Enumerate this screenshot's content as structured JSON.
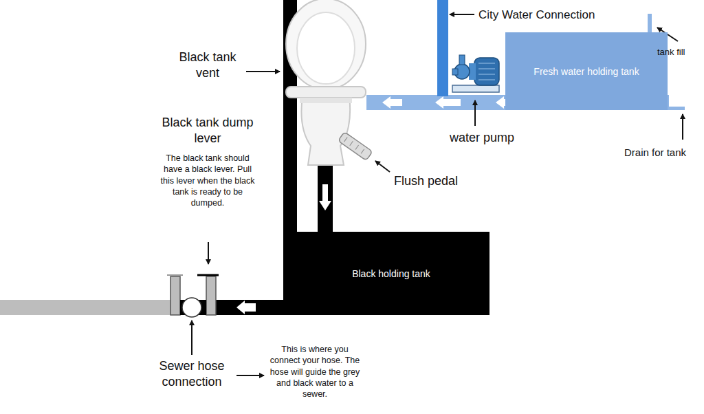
{
  "diagram": {
    "nodes": [
      {
        "text": [
          "Fresh water holding tank"
        ]
      },
      {
        "text": [
          "Black holding tank"
        ]
      }
    ],
    "labels": [
      "City Water Connection",
      "tank fill",
      "Black tank vent",
      "Black tank dump lever",
      "The black tank should have a black lever. Pull this lever when the black tank is ready to be dumped.",
      "Flush pedal",
      "water pump",
      "Drain for tank",
      "Sewer hose connection",
      "This is where you connect your hose. The hose will guide the grey and black water to a sewer."
    ]
  }
}
